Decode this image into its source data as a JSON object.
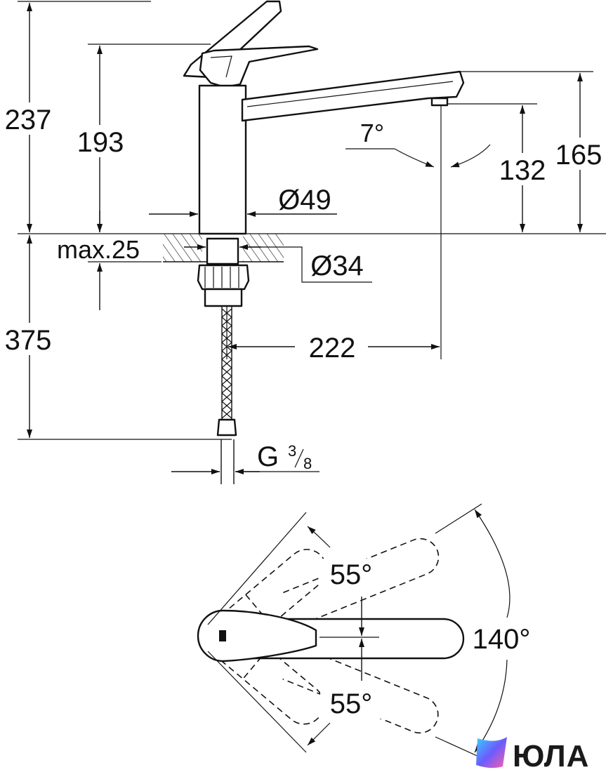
{
  "side_view": {
    "dimensions": {
      "total_height": "237",
      "spout_height": "193",
      "aerator_height": "165",
      "outlet_height": "132",
      "spout_angle": "7°",
      "body_diameter": "Ø49",
      "mount_hole_diameter": "Ø34",
      "max_deck_thickness": "max.25",
      "hose_length": "375",
      "reach": "222",
      "connection_thread_prefix": "G",
      "connection_thread_num": "3",
      "connection_thread_den": "8"
    }
  },
  "top_view": {
    "angles": {
      "left_swing": "55°",
      "right_swing": "55°",
      "total_swing": "140°"
    }
  },
  "watermark": {
    "brand": "ЮЛА",
    "colors": [
      "#6a5cff",
      "#ff5fa8",
      "#39d2ff"
    ]
  }
}
